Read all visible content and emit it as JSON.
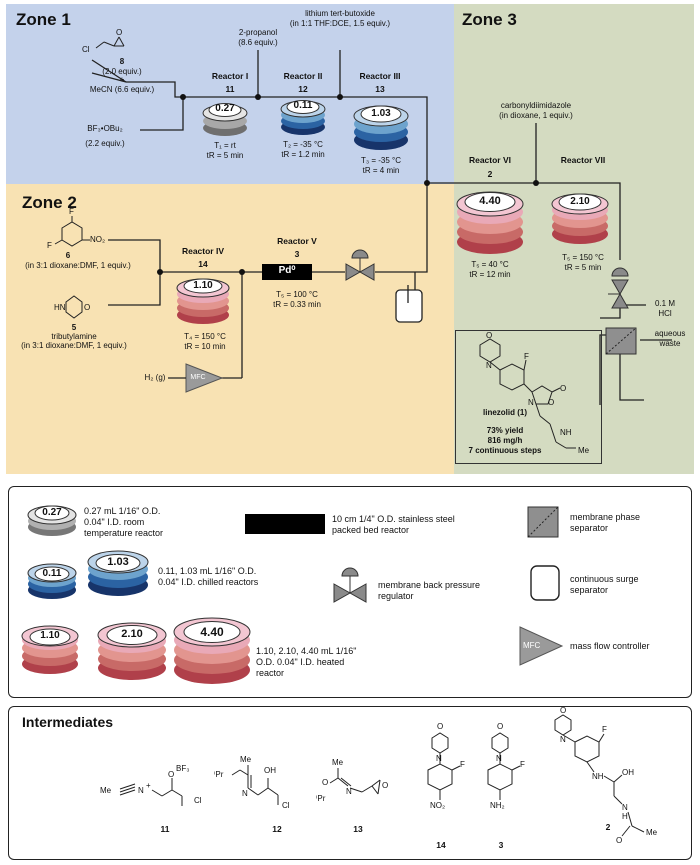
{
  "zones": {
    "zone1": {
      "title": "Zone 1",
      "color": "#c4d2eb"
    },
    "zone2": {
      "title": "Zone 2",
      "color": "#f8e2b3"
    },
    "zone3": {
      "title": "Zone 3",
      "color": "#d4dbc1"
    }
  },
  "zone1": {
    "reagent8_num": "8",
    "reagent8_equiv": "(2.0 equiv.)",
    "plus": "+",
    "mecn": "MeCN (6.6 equiv.)",
    "bf3": "BF₃•OBu₂",
    "bf3_equiv": "(2.2 equiv.)",
    "propanol": "2-propanol",
    "propanol_equiv": "(8.6 equiv.)",
    "tbuoli_line1": "lithium tert-butoxide",
    "tbuoli_line2": "(in 1:1 THF:DCE, 1.5 equiv.)",
    "reactor1": {
      "name": "Reactor I",
      "num": "11",
      "vol": "0.27",
      "temp": "T₁ = rt",
      "time": "tR = 5 min"
    },
    "reactor2": {
      "name": "Reactor II",
      "num": "12",
      "vol": "0.11",
      "temp": "T₂ = -35 °C",
      "time": "tR = 1.2 min"
    },
    "reactor3": {
      "name": "Reactor III",
      "num": "13",
      "vol": "1.03",
      "temp": "T₃ = -35 °C",
      "time": "tR = 4 min"
    }
  },
  "zone2": {
    "r6_num": "6",
    "r6_cond": "(in 3:1 dioxane:DMF, 1 equiv.)",
    "r5_num": "5",
    "r5_name": "tributylamine",
    "r5_cond": "(in 3:1 dioxane:DMF, 1 equiv.)",
    "h2": "H₂ (g)",
    "mfc": "MFC",
    "reactor4": {
      "name": "Reactor IV",
      "num": "14",
      "vol": "1.10",
      "temp": "T₄ = 150 °C",
      "time": "tR = 10 min"
    },
    "reactor5": {
      "name": "Reactor V",
      "num": "3",
      "cat": "Pd⁰",
      "temp": "T₅ = 100 °C",
      "time": "tR = 0.33 min"
    }
  },
  "zone3": {
    "cdi_line1": "carbonyldiimidazole",
    "cdi_line2": "(in dioxane, 1 equiv.)",
    "reactor6": {
      "name": "Reactor VI",
      "num": "2",
      "vol": "4.40",
      "temp": "T₅ = 40 °C",
      "time": "tR = 12 min"
    },
    "reactor7": {
      "name": "Reactor VII",
      "vol": "2.10",
      "temp": "T₅ = 150 °C",
      "time": "tR = 5 min"
    },
    "hcl_line1": "0.1 M",
    "hcl_line2": "HCl",
    "waste_line1": "aqueous",
    "waste_line2": "waste",
    "product": {
      "name": "linezolid (1)",
      "yield": "73% yield",
      "rate": "816 mg/h",
      "steps": "7 continuous steps"
    }
  },
  "legend": {
    "rt_vol": "0.27",
    "rt_text1": "0.27 mL 1/16\" O.D.",
    "rt_text2": "0.04\" I.D. room",
    "rt_text3": "temperature reactor",
    "chilled_vol1": "0.11",
    "chilled_vol2": "1.03",
    "chilled_text1": "0.11, 1.03 mL 1/16\" O.D.",
    "chilled_text2": "0.04\" I.D. chilled reactors",
    "heated_vol1": "1.10",
    "heated_vol2": "2.10",
    "heated_vol3": "4.40",
    "heated_text1": "1.10, 2.10, 4.40 mL 1/16\"",
    "heated_text2": "O.D. 0.04\" I.D. heated",
    "heated_text3": "reactor",
    "pbr_text1": "10 cm 1/4\" O.D. stainless steel",
    "pbr_text2": "packed bed reactor",
    "bpr_text1": "membrane back pressure",
    "bpr_text2": "regulator",
    "sep_text1": "membrane phase",
    "sep_text2": "separator",
    "surge_text1": "continuous surge",
    "surge_text2": "separator",
    "mfc_label": "MFC",
    "mfc_text": "mass flow controller"
  },
  "intermediates": {
    "title": "Intermediates",
    "items": [
      {
        "num": "11"
      },
      {
        "num": "12"
      },
      {
        "num": "13"
      },
      {
        "num": "14"
      },
      {
        "num": "3"
      },
      {
        "num": "2"
      }
    ],
    "atoms": {
      "bf3": "BF₃",
      "o": "O",
      "cl": "Cl",
      "n": "N",
      "oh": "OH",
      "me": "Me",
      "ipr": "ⁱPr",
      "f": "F",
      "no2": "NO₂",
      "nh2": "NH₂",
      "nh": "NH",
      "hn": "HN",
      "h": "H",
      "plus": "+"
    }
  },
  "colors": {
    "gray": [
      "#e3e3e3",
      "#b0b0b0",
      "#777777"
    ],
    "blue": [
      "#bcd4ea",
      "#6da3cd",
      "#2b63a3",
      "#17346a"
    ],
    "red": [
      "#f3c6d2",
      "#e9a9b7",
      "#e2958f",
      "#c86a67",
      "#b0404a"
    ]
  }
}
